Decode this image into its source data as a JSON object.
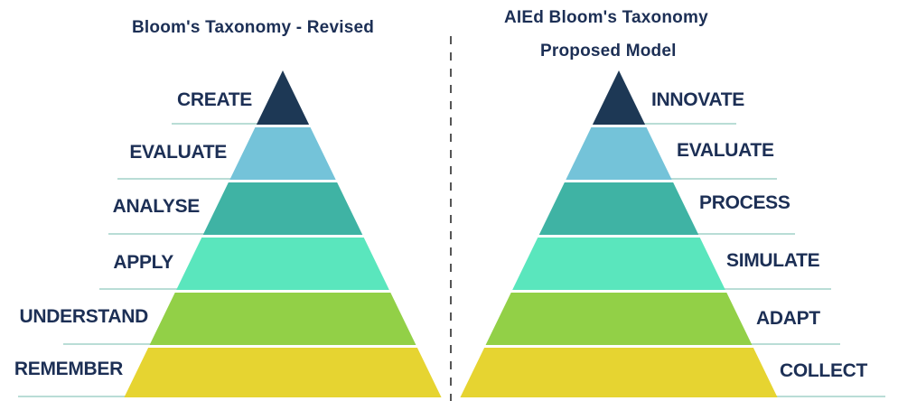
{
  "left": {
    "title": "Bloom's Taxonomy - Revised",
    "levels": [
      {
        "label": "CREATE",
        "color": "#1d3855"
      },
      {
        "label": "EVALUATE",
        "color": "#74c3d9"
      },
      {
        "label": "ANALYSE",
        "color": "#3fb3a4"
      },
      {
        "label": "APPLY",
        "color": "#5ae6bd"
      },
      {
        "label": "UNDERSTAND",
        "color": "#92d047"
      },
      {
        "label": "REMEMBER",
        "color": "#e6d431"
      }
    ]
  },
  "right": {
    "title_line1": "AIEd Bloom's Taxonomy",
    "title_line2": "Proposed Model",
    "levels": [
      {
        "label": "INNOVATE",
        "color": "#1d3855"
      },
      {
        "label": "EVALUATE",
        "color": "#74c3d9"
      },
      {
        "label": "PROCESS",
        "color": "#3fb3a4"
      },
      {
        "label": "SIMULATE",
        "color": "#5ae6bd"
      },
      {
        "label": "ADAPT",
        "color": "#92d047"
      },
      {
        "label": "COLLECT",
        "color": "#e6d431"
      }
    ]
  },
  "divider_color": "#555555",
  "guide_line_color": "#b9ddd6",
  "text_color": "#1c2f55"
}
